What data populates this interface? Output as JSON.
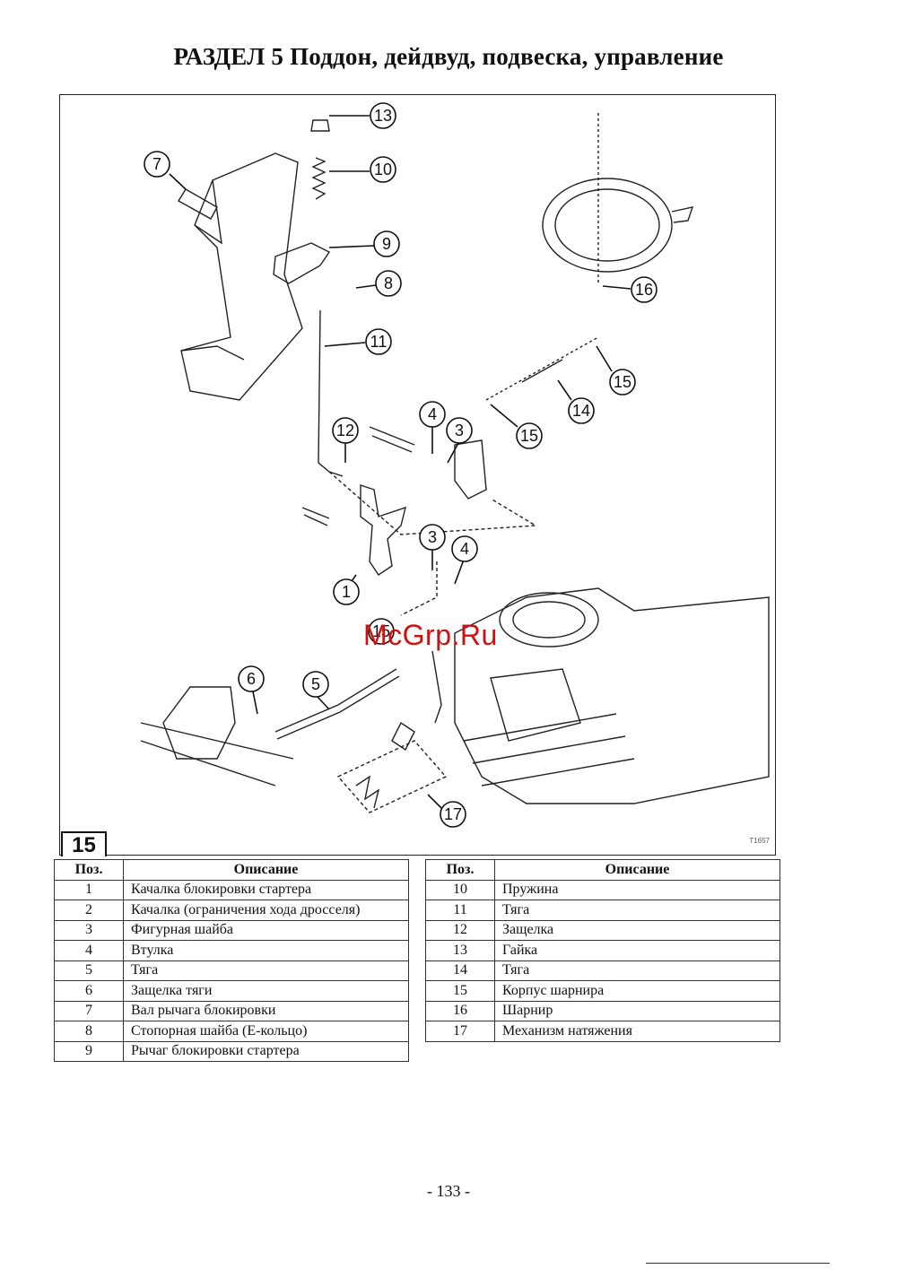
{
  "section_title": "РАЗДЕЛ  5  Поддон, дейдвуд, подвеска, управление",
  "figure": {
    "number": "15",
    "code": "T1657",
    "callouts": [
      "13",
      "10",
      "9",
      "8",
      "7",
      "11",
      "12",
      "4",
      "3",
      "15",
      "14",
      "16",
      "1",
      "6",
      "5",
      "17"
    ]
  },
  "watermark": "McGrp.Ru",
  "table": {
    "headers": {
      "pos": "Поз.",
      "desc": "Описание"
    },
    "left_rows": [
      {
        "pos": "1",
        "desc": "Качалка блокировки стартера"
      },
      {
        "pos": "2",
        "desc": "Качалка (ограничения хода дросселя)"
      },
      {
        "pos": "3",
        "desc": "Фигурная шайба"
      },
      {
        "pos": "4",
        "desc": "Втулка"
      },
      {
        "pos": "5",
        "desc": "Тяга"
      },
      {
        "pos": "6",
        "desc": "Защелка тяги"
      },
      {
        "pos": "7",
        "desc": "Вал рычага блокировки"
      },
      {
        "pos": "8",
        "desc": "Стопорная шайба (Е-кольцо)"
      },
      {
        "pos": "9",
        "desc": "Рычаг блокировки стартера"
      }
    ],
    "right_rows": [
      {
        "pos": "10",
        "desc": "Пружина"
      },
      {
        "pos": "11",
        "desc": "Тяга"
      },
      {
        "pos": "12",
        "desc": "Защелка"
      },
      {
        "pos": "13",
        "desc": "Гайка"
      },
      {
        "pos": "14",
        "desc": "Тяга"
      },
      {
        "pos": "15",
        "desc": "Корпус шарнира"
      },
      {
        "pos": "16",
        "desc": "Шарнир"
      },
      {
        "pos": "17",
        "desc": "Механизм натяжения"
      }
    ]
  },
  "page_number": "- 133 -"
}
